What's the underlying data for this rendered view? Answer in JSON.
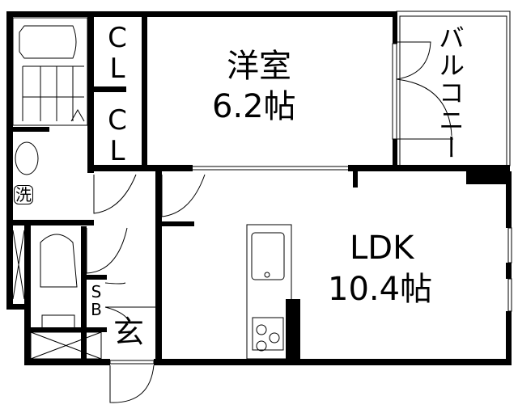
{
  "rooms": {
    "western_room": {
      "name": "洋室",
      "size": "6.2帖"
    },
    "ldk": {
      "name": "LDK",
      "size": "10.4帖"
    },
    "closet_1": {
      "name": "CL"
    },
    "closet_2": {
      "name": "CL"
    },
    "balcony": {
      "name": "バルコニー"
    },
    "laundry": {
      "name": "洗"
    },
    "shoe_box": {
      "name": "SB"
    },
    "entrance": {
      "name": "玄"
    }
  },
  "colors": {
    "wall": "#000000",
    "background": "#ffffff"
  }
}
